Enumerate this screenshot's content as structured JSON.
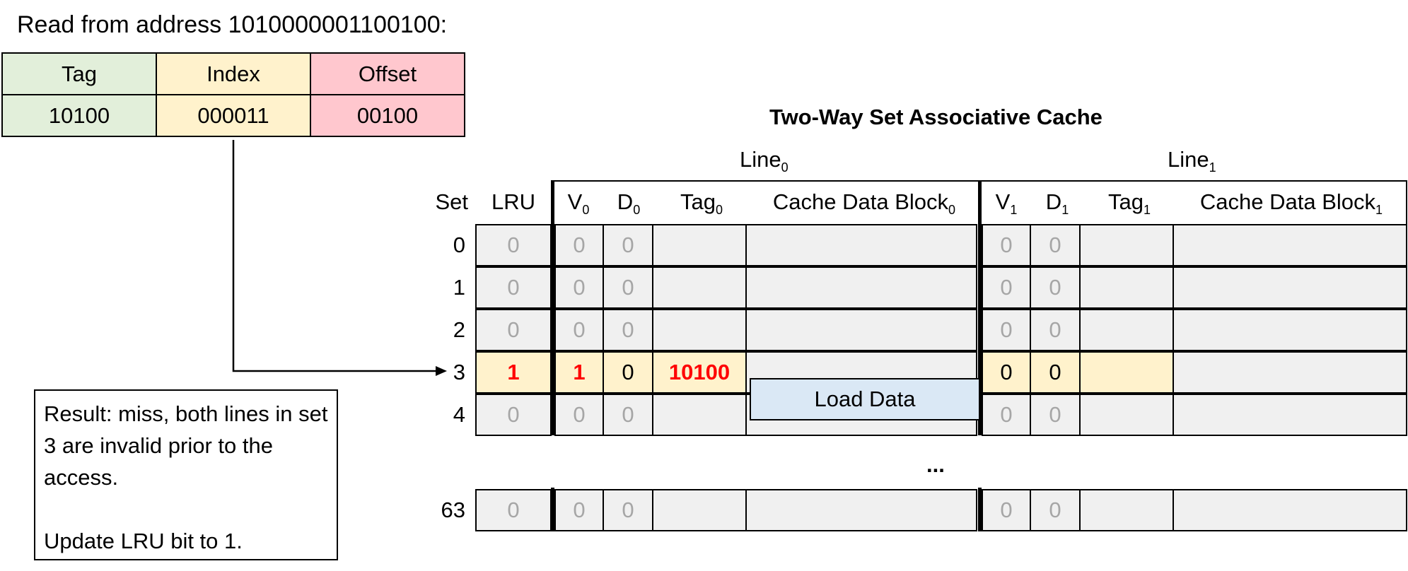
{
  "address_line": "Read from address 1010000001100100:",
  "address_fields": {
    "headers": [
      "Tag",
      "Index",
      "Offset"
    ],
    "values": [
      "10100",
      "000011",
      "00100"
    ]
  },
  "cache": {
    "title": "Two-Way Set Associative Cache",
    "line0": {
      "label": "Line",
      "sub": "0"
    },
    "line1": {
      "label": "Line",
      "sub": "1"
    },
    "columns": {
      "set": "Set",
      "lru": "LRU",
      "v0": {
        "label": "V",
        "sub": "0"
      },
      "d0": {
        "label": "D",
        "sub": "0"
      },
      "tag0": {
        "label": "Tag",
        "sub": "0"
      },
      "block0": {
        "label": "Cache Data Block",
        "sub": "0"
      },
      "v1": {
        "label": "V",
        "sub": "1"
      },
      "d1": {
        "label": "D",
        "sub": "1"
      },
      "tag1": {
        "label": "Tag",
        "sub": "1"
      },
      "block1": {
        "label": "Cache Data Block",
        "sub": "1"
      }
    },
    "rows": [
      {
        "set": "0",
        "lru": "0",
        "v0": "0",
        "d0": "0",
        "tag0": "",
        "v1": "0",
        "d1": "0",
        "tag1": ""
      },
      {
        "set": "1",
        "lru": "0",
        "v0": "0",
        "d0": "0",
        "tag0": "",
        "v1": "0",
        "d1": "0",
        "tag1": ""
      },
      {
        "set": "2",
        "lru": "0",
        "v0": "0",
        "d0": "0",
        "tag0": "",
        "v1": "0",
        "d1": "0",
        "tag1": ""
      },
      {
        "set": "3",
        "lru": "1",
        "v0": "1",
        "d0": "0",
        "tag0": "10100",
        "v1": "0",
        "d1": "0",
        "tag1": ""
      },
      {
        "set": "4",
        "lru": "0",
        "v0": "0",
        "d0": "0",
        "tag0": "",
        "v1": "0",
        "d1": "0",
        "tag1": ""
      },
      {
        "set": "63",
        "lru": "0",
        "v0": "0",
        "d0": "0",
        "tag0": "",
        "v1": "0",
        "d1": "0",
        "tag1": ""
      }
    ],
    "ellipsis": "..."
  },
  "load_data_label": "Load Data",
  "result": {
    "line1": "Result: miss, both lines in set 3 are invalid prior to the access.",
    "line2": "Update LRU bit to 1."
  },
  "colors": {
    "tag": "#e2efda",
    "index": "#fff2cc",
    "offset": "#ffc7ce",
    "highlight": "#fff2cc",
    "cell": "#f0f0f0",
    "load": "#dae8f5",
    "updated_value": "#ff0000"
  }
}
